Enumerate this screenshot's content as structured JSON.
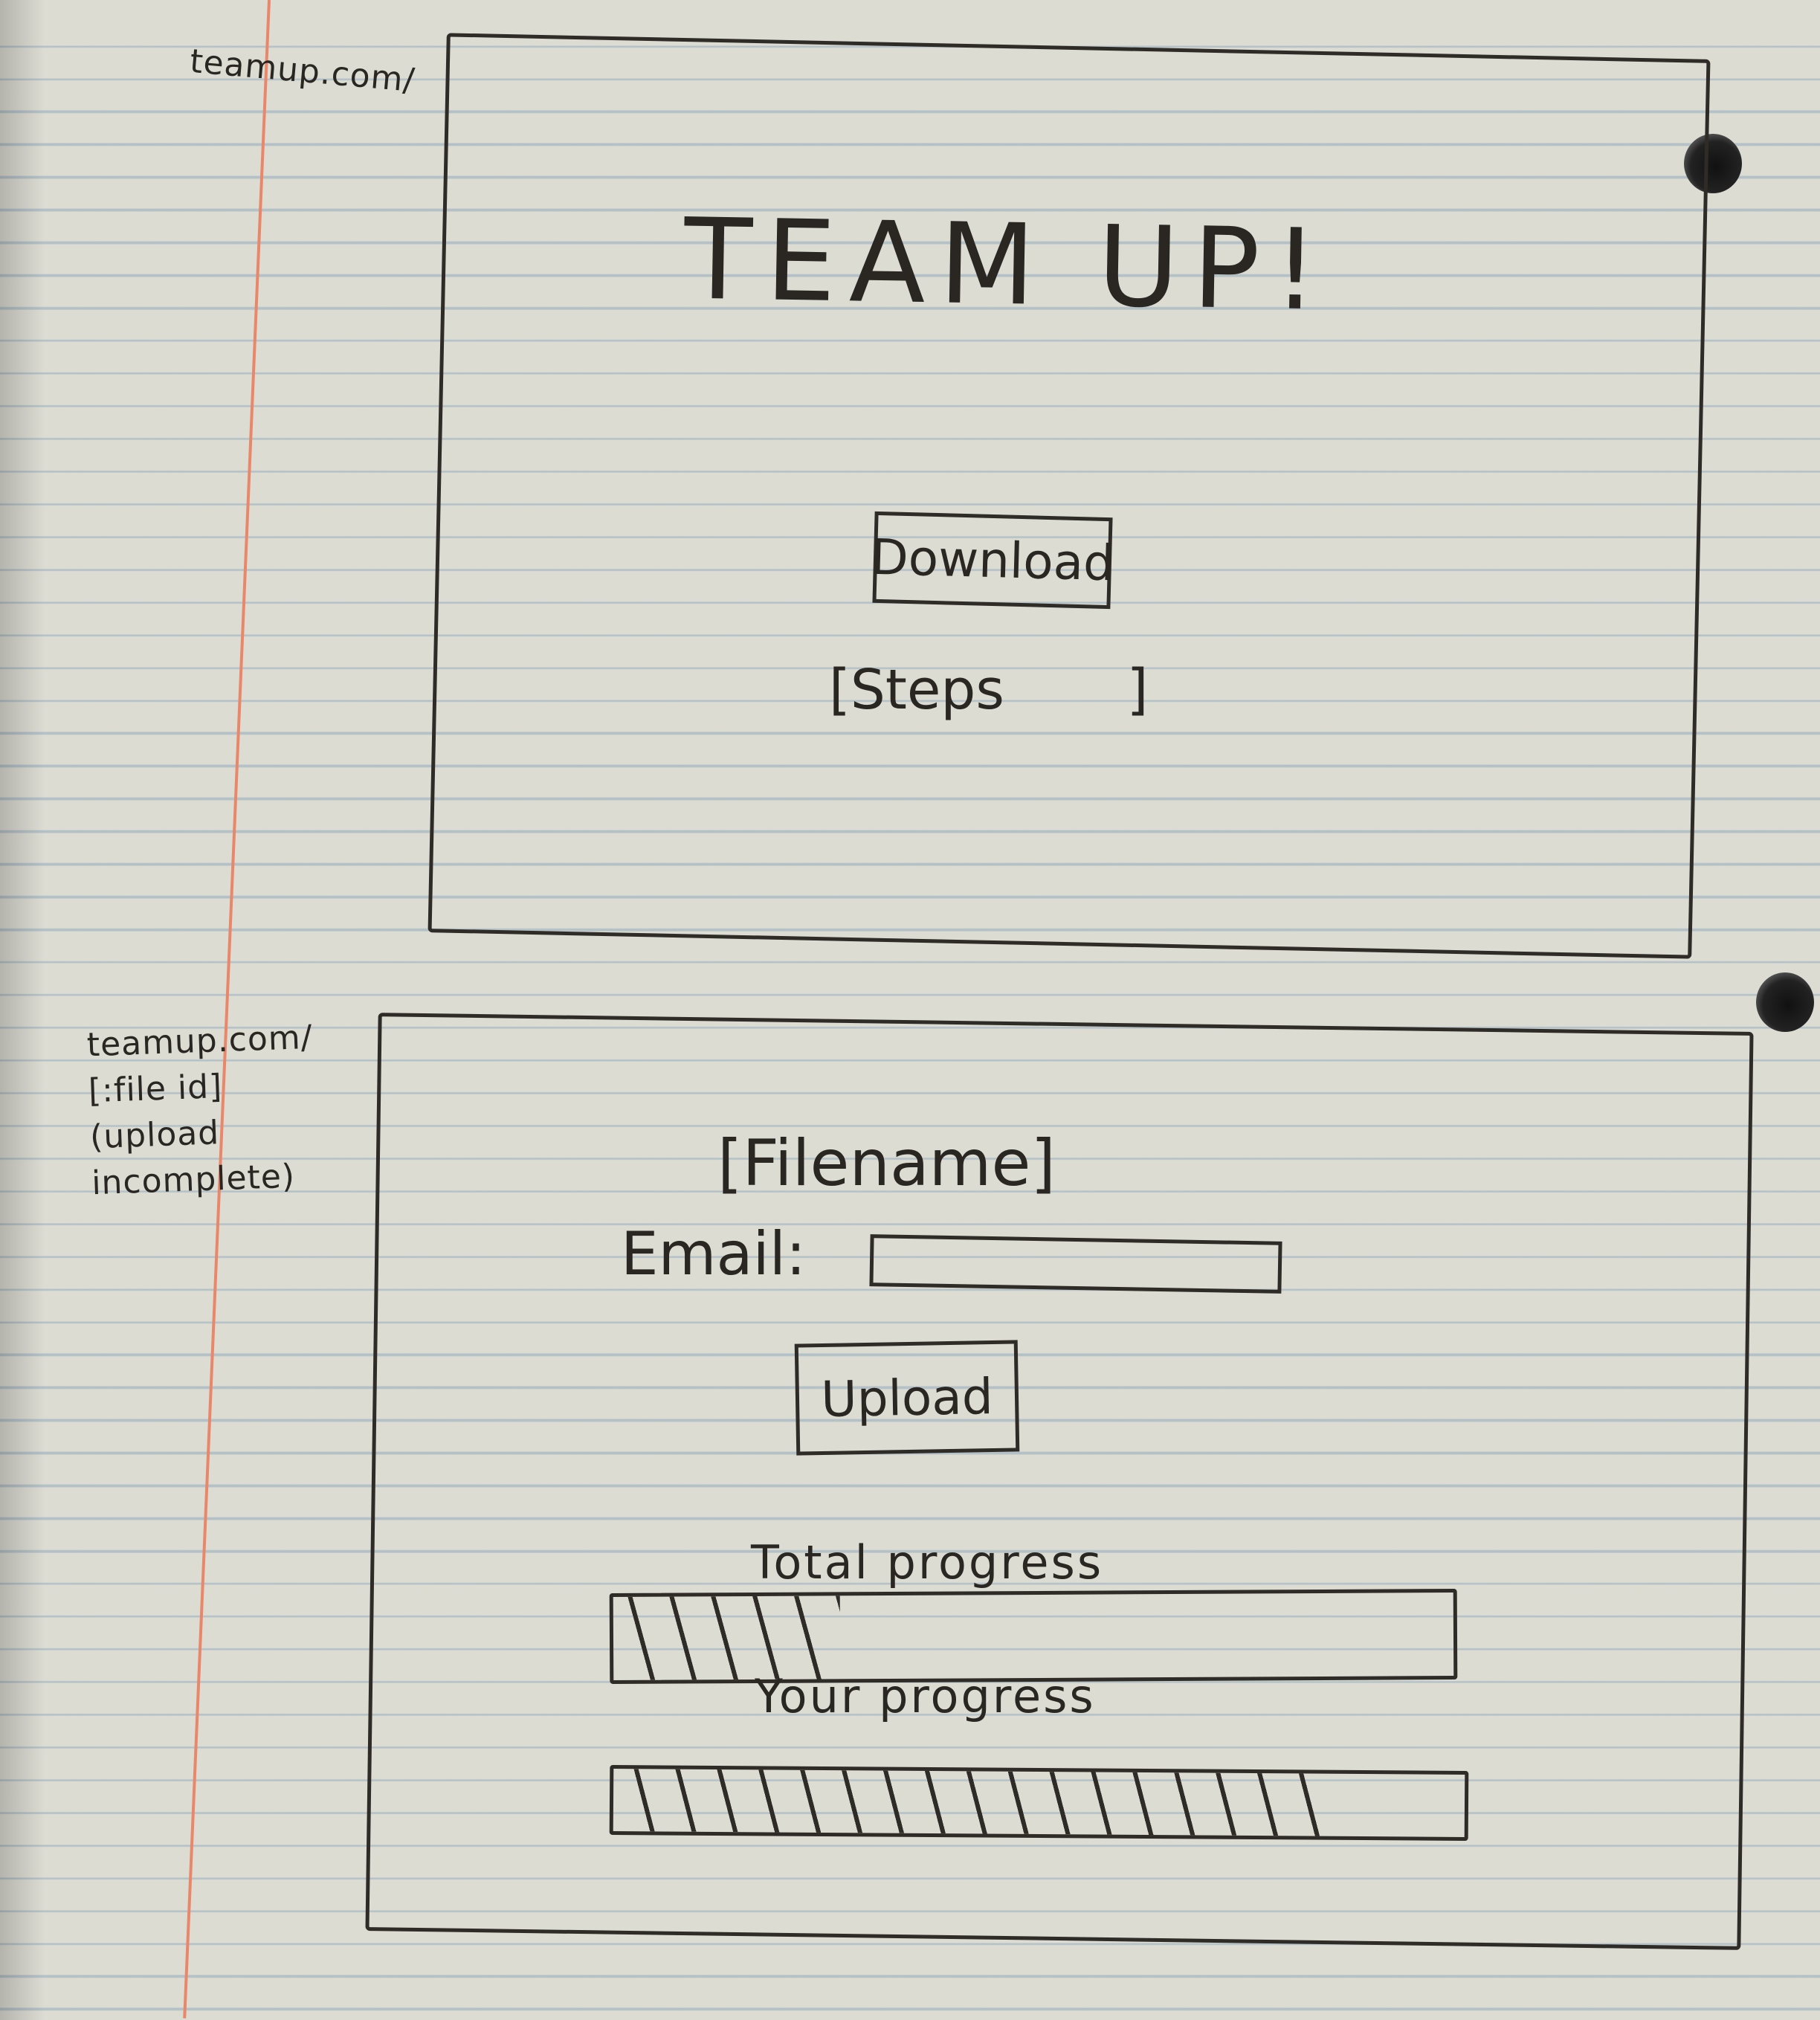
{
  "sketch1": {
    "url": "teamup.com/",
    "title": "TEAM UP!",
    "download_label": "Download",
    "steps_label": "[Steps       ]"
  },
  "sketch2": {
    "url_note": "teamup.com/\n[:file id]\n(upload\nincomplete)",
    "filename_label": "[Filename]",
    "email_label": "Email:",
    "email_value": "",
    "upload_label": "Upload",
    "total_progress_label": "Total progress",
    "total_progress": 0.27,
    "your_progress_label": "Your progress",
    "your_progress": 0.84
  },
  "colors": {
    "paper": "#dcdcd3",
    "rule_line": "#82a0b9",
    "margin_line": "#e8876a",
    "ink": "#2f2b27"
  }
}
